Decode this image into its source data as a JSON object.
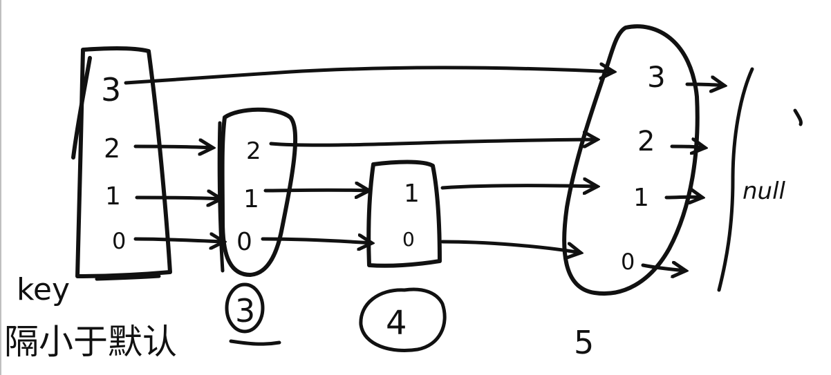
{
  "diagram": {
    "key_label": "key",
    "note_label": "隔小于默认",
    "boxes": [
      {
        "id": "key-box",
        "keys": [
          "3",
          "2",
          "1",
          "0"
        ]
      },
      {
        "id": "box-3",
        "keys": [
          "2",
          "1",
          "0"
        ],
        "caption": "3"
      },
      {
        "id": "box-4",
        "keys": [
          "1",
          "0"
        ],
        "caption": "4"
      },
      {
        "id": "box-5",
        "keys": [
          "3",
          "2",
          "1",
          "0"
        ],
        "caption": "5"
      }
    ],
    "null_label": "null"
  }
}
